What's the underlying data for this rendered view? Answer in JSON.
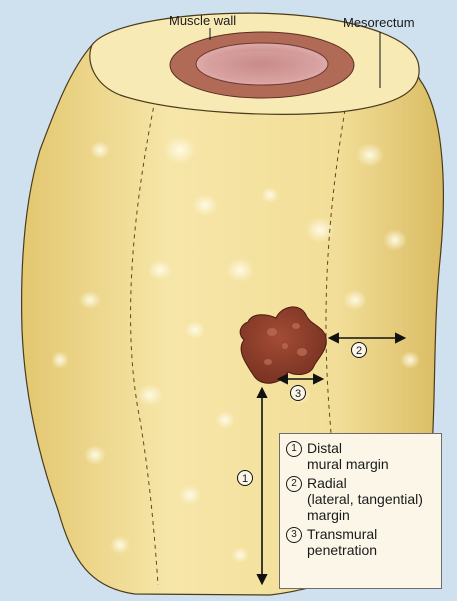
{
  "labels": {
    "muscle_wall": "Muscle wall",
    "mesorectum": "Mesorectum"
  },
  "markers": {
    "one": "1",
    "two": "2",
    "three": "3"
  },
  "legend": [
    {
      "number": "1",
      "text": "Distal\nmural margin"
    },
    {
      "number": "2",
      "text": "Radial\n(lateral, tangential)\nmargin"
    },
    {
      "number": "3",
      "text": "Transmural\npenetration"
    }
  ],
  "colors": {
    "background": "#cfe1ee",
    "mesorectum_fat": "#f1e09c",
    "muscle_wall": "#b06a55",
    "lumen": "#c98c8a",
    "tumor": "#8e3d2b",
    "legend_bg": "#fbf6e8"
  }
}
